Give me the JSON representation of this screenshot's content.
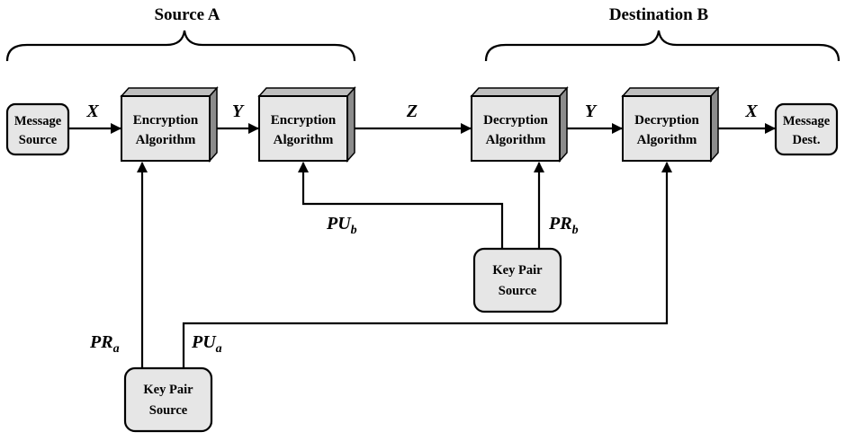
{
  "headers": {
    "source": "Source A",
    "destination": "Destination B"
  },
  "nodes": {
    "message_source": [
      "Message",
      "Source"
    ],
    "encrypt_1": [
      "Encryption",
      "Algorithm"
    ],
    "encrypt_2": [
      "Encryption",
      "Algorithm"
    ],
    "decrypt_1": [
      "Decryption",
      "Algorithm"
    ],
    "decrypt_2": [
      "Decryption",
      "Algorithm"
    ],
    "message_dest": [
      "Message",
      "Dest."
    ],
    "key_pair_b": [
      "Key Pair",
      "Source"
    ],
    "key_pair_a": [
      "Key Pair",
      "Source"
    ]
  },
  "edge_labels": {
    "x_in": "X",
    "y_mid_a": "Y",
    "z": "Z",
    "y_mid_b": "Y",
    "x_out": "X",
    "pu_b": {
      "base": "PU",
      "sub": "b"
    },
    "pr_b": {
      "base": "PR",
      "sub": "b"
    },
    "pr_a": {
      "base": "PR",
      "sub": "a"
    },
    "pu_a": {
      "base": "PU",
      "sub": "a"
    }
  }
}
